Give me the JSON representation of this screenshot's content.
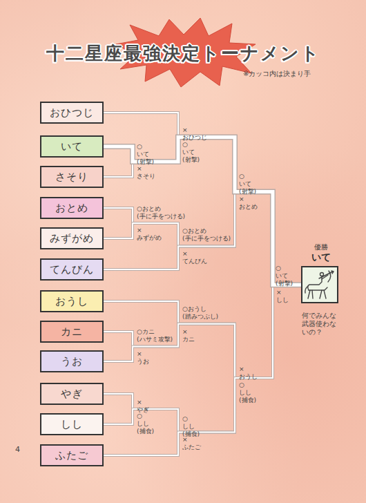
{
  "diagram": {
    "title": "十二星座最強決定トーナメント",
    "nodes": [
      {
        "text": [
          "おひつじ"
        ]
      },
      {
        "text": [
          "いて"
        ]
      },
      {
        "text": [
          "さそり"
        ]
      },
      {
        "text": [
          "おとめ"
        ]
      },
      {
        "text": [
          "みずがめ"
        ]
      },
      {
        "text": [
          "てんびん"
        ]
      },
      {
        "text": [
          "おうし"
        ]
      },
      {
        "text": [
          "カニ"
        ]
      },
      {
        "text": [
          "うお"
        ]
      },
      {
        "text": [
          "やぎ"
        ]
      },
      {
        "text": [
          "しし"
        ]
      },
      {
        "text": [
          "ふたご"
        ]
      },
      {
        "text": [
          "優勝",
          "いて"
        ]
      }
    ],
    "edges": [
      {
        "from": 0,
        "to": 12,
        "arrow": "none"
      },
      {
        "from": 1,
        "to": 12,
        "arrow": "none"
      },
      {
        "from": 2,
        "to": 12,
        "arrow": "none"
      },
      {
        "from": 3,
        "to": 12,
        "arrow": "none"
      },
      {
        "from": 4,
        "to": 12,
        "arrow": "none"
      },
      {
        "from": 5,
        "to": 12,
        "arrow": "none"
      },
      {
        "from": 6,
        "to": 12,
        "arrow": "none"
      },
      {
        "from": 7,
        "to": 12,
        "arrow": "none"
      },
      {
        "from": 8,
        "to": 12,
        "arrow": "none"
      },
      {
        "from": 9,
        "to": 12,
        "arrow": "none"
      },
      {
        "from": 10,
        "to": 12,
        "arrow": "none"
      },
      {
        "from": 11,
        "to": 12,
        "arrow": "none"
      }
    ],
    "labels": [
      "※カッコ内は決まり手",
      "×おひつじ",
      "○いて (射撃)",
      "×さそり",
      "○いて (射撃)",
      "○いて (射撃)",
      "○おとめ (手に手をつける)",
      "×みずがめ",
      "○おとめ (手に手をつける)",
      "×てんびん",
      "×おとめ",
      "○いて (射撃)",
      "×しし",
      "○おうし (踏みつぶし)",
      "×カニ",
      "○カニ (ハサミ攻撃)",
      "×うお",
      "×おうし",
      "○しし (捕食)",
      "×やぎ",
      "○しし (捕食)",
      "○しし (捕食)",
      "×ふたご",
      "何でみんな武器使わないの？",
      "4"
    ]
  }
}
